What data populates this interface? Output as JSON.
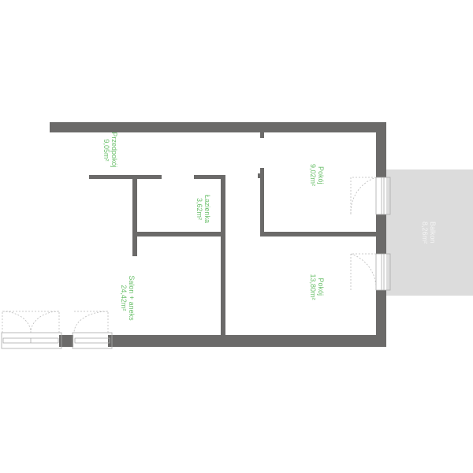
{
  "colors": {
    "wall": "#6b6a69",
    "label": "#6cc06c",
    "balcony": "#dcdcdc"
  },
  "rooms": [
    {
      "name": "Przedpokój",
      "area": "9,05m²"
    },
    {
      "name": "Łazienka",
      "area": "3,62m²"
    },
    {
      "name": "Pokój",
      "area": "9,02m²"
    },
    {
      "name": "Pokój",
      "area": "13,80m²"
    },
    {
      "name": "Salon + aneks",
      "area": "24,42m²"
    },
    {
      "name": "Balkon",
      "area": "8,26m²"
    }
  ]
}
